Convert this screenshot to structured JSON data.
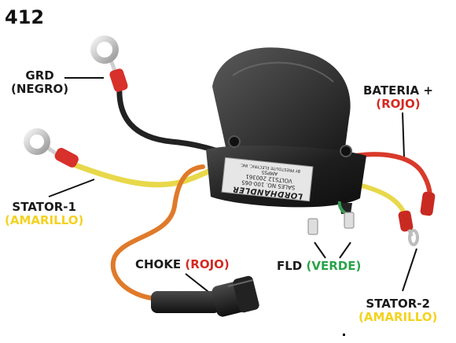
{
  "figure_number": "412",
  "labels": {
    "grd": {
      "name": "GRD",
      "color": "(NEGRO)"
    },
    "bateria": {
      "name": "BATERIA +",
      "color": "(ROJO)"
    },
    "stator1": {
      "name": "STATOR-1",
      "color": "(AMARILLO)"
    },
    "choke": {
      "name": "CHOKE",
      "color": "(ROJO)"
    },
    "fld": {
      "name": "FLD",
      "color": "(VERDE)"
    },
    "stator2": {
      "name": "STATOR-2",
      "color": "(AMARILLO)"
    }
  },
  "device_label": {
    "brand": "LORDHANDLER",
    "line1": "SALES NO. 100-065",
    "line2": "VOLTS12 200361",
    "line3": "AMPS5",
    "line4": "BY PRESTOLITE ELECTRIC, INC."
  },
  "colors": {
    "black_wire": "#2a2a2a",
    "red_wire": "#d83a2a",
    "yellow_wire": "#e8d84a",
    "orange_wire": "#e07a2a",
    "label_red": "#d42a22",
    "label_yellow": "#f4d21e",
    "label_green": "#2aa34a"
  }
}
